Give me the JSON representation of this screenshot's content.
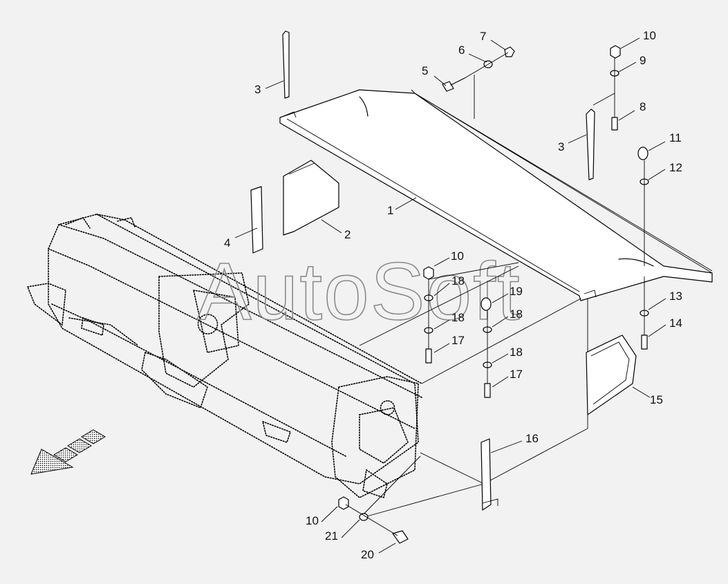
{
  "diagram": {
    "watermark": "AutoSoft",
    "callouts": [
      {
        "id": "c1",
        "text": "1"
      },
      {
        "id": "c2",
        "text": "2"
      },
      {
        "id": "c3a",
        "text": "3"
      },
      {
        "id": "c3b",
        "text": "3"
      },
      {
        "id": "c4",
        "text": "4"
      },
      {
        "id": "c5",
        "text": "5"
      },
      {
        "id": "c6",
        "text": "6"
      },
      {
        "id": "c7",
        "text": "7"
      },
      {
        "id": "c8",
        "text": "8"
      },
      {
        "id": "c9",
        "text": "9"
      },
      {
        "id": "c10a",
        "text": "10"
      },
      {
        "id": "c10b",
        "text": "10"
      },
      {
        "id": "c10c",
        "text": "10"
      },
      {
        "id": "c11",
        "text": "11"
      },
      {
        "id": "c12",
        "text": "12"
      },
      {
        "id": "c13",
        "text": "13"
      },
      {
        "id": "c14",
        "text": "14"
      },
      {
        "id": "c15",
        "text": "15"
      },
      {
        "id": "c16",
        "text": "16"
      },
      {
        "id": "c17a",
        "text": "17"
      },
      {
        "id": "c17b",
        "text": "17"
      },
      {
        "id": "c18a",
        "text": "18"
      },
      {
        "id": "c18b",
        "text": "18"
      },
      {
        "id": "c18c",
        "text": "18"
      },
      {
        "id": "c18d",
        "text": "18"
      },
      {
        "id": "c19",
        "text": "19"
      },
      {
        "id": "c20",
        "text": "20"
      },
      {
        "id": "c21",
        "text": "21"
      }
    ]
  }
}
